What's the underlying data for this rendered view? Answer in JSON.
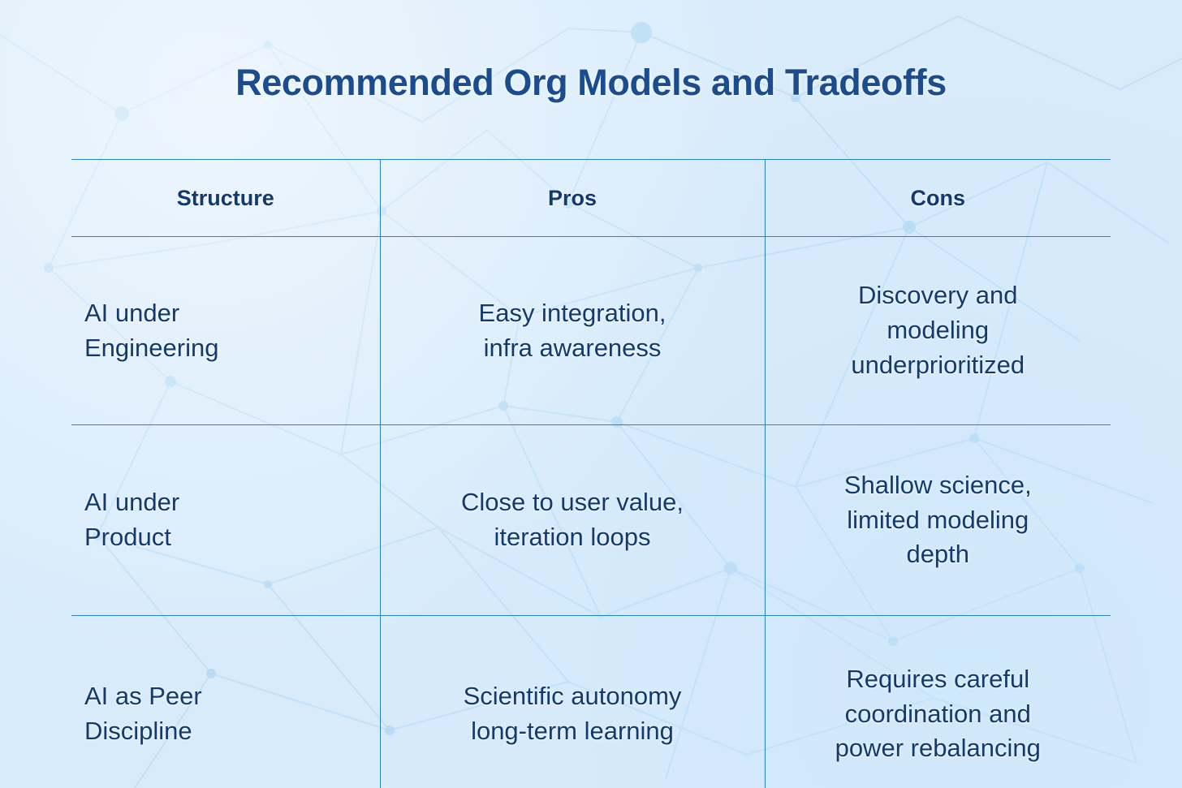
{
  "page": {
    "title": "Recommended Org Models and Tradeoffs",
    "background_color": "#d8ebfb",
    "title_color": "#1b4d8e",
    "text_color": "#123a6e",
    "rule_color": "#2a84c4"
  },
  "table": {
    "columns": [
      {
        "key": "structure",
        "header": "Structure"
      },
      {
        "key": "pros",
        "header": "Pros"
      },
      {
        "key": "cons",
        "header": "Cons"
      }
    ],
    "rows": [
      {
        "structure_line1": "AI under",
        "structure_line2": "Engineering",
        "pros_line1": "Easy integration,",
        "pros_line2": "infra awareness",
        "cons_line1": "Discovery and",
        "cons_line2": "modeling",
        "cons_line3": "underprioritized"
      },
      {
        "structure_line1": "AI under",
        "structure_line2": "Product",
        "pros_line1": "Close to user value,",
        "pros_line2": "iteration loops",
        "cons_line1": "Shallow science,",
        "cons_line2": "limited modeling",
        "cons_line3": "depth"
      },
      {
        "structure_line1": "AI as Peer",
        "structure_line2": "Discipline",
        "pros_line1": "Scientific autonomy",
        "pros_line2": "long-term learning",
        "cons_line1": "Requires careful",
        "cons_line2": "coordination and",
        "cons_line3": "power rebalancing"
      }
    ]
  }
}
